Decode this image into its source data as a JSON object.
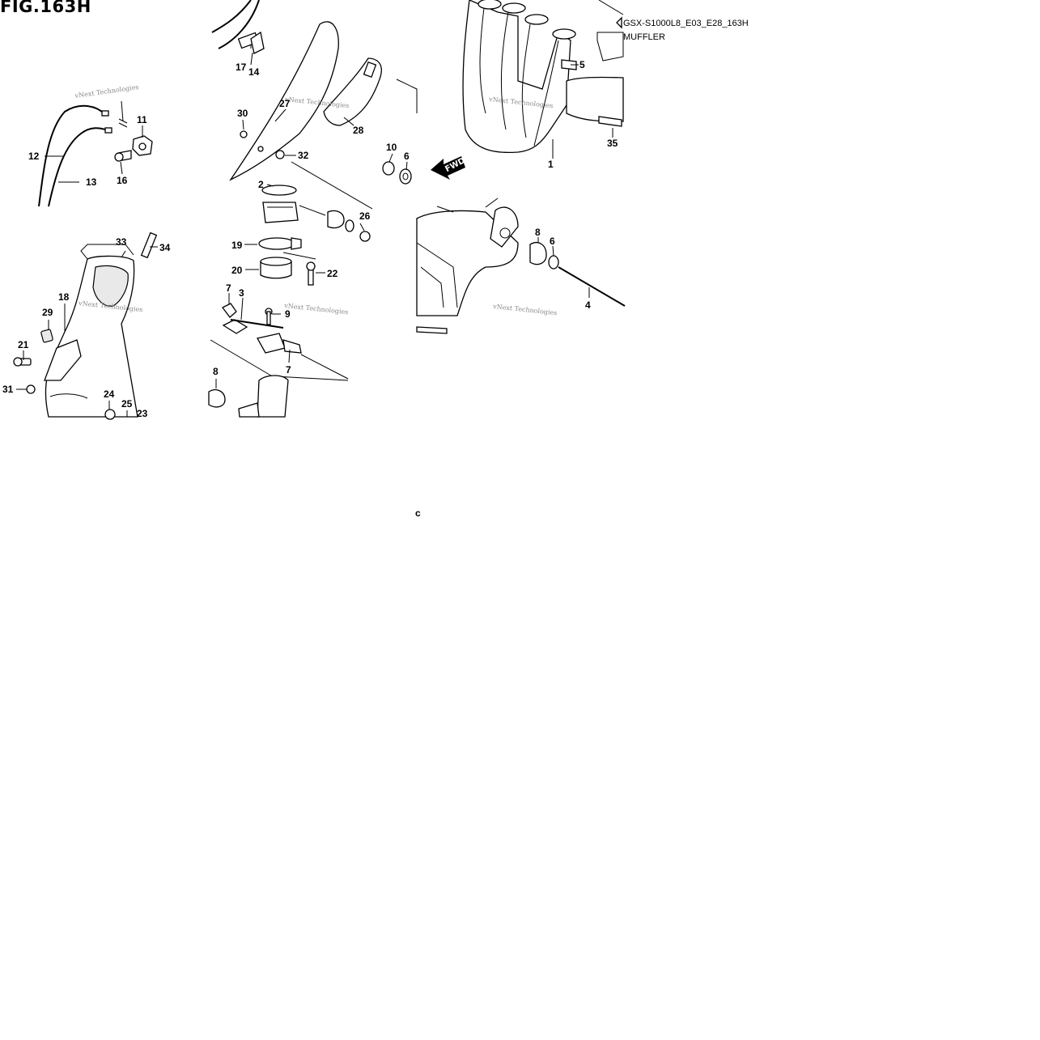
{
  "header": {
    "figure_title": "FIG.163H",
    "model_code": "GSX-S1000L8_E03_E28_163H",
    "section_name": "MUFFLER"
  },
  "direction_badge": "FWD",
  "watermark_text": "vNext Technologies",
  "callouts": [
    "1",
    "2",
    "3",
    "4",
    "5",
    "6",
    "6",
    "7",
    "7",
    "8",
    "8",
    "9",
    "10",
    "11",
    "12",
    "13",
    "14",
    "16",
    "17",
    "18",
    "19",
    "20",
    "21",
    "22",
    "23",
    "24",
    "25",
    "26",
    "27",
    "28",
    "29",
    "30",
    "31",
    "32",
    "33",
    "34",
    "35"
  ],
  "stray_mark": "c"
}
